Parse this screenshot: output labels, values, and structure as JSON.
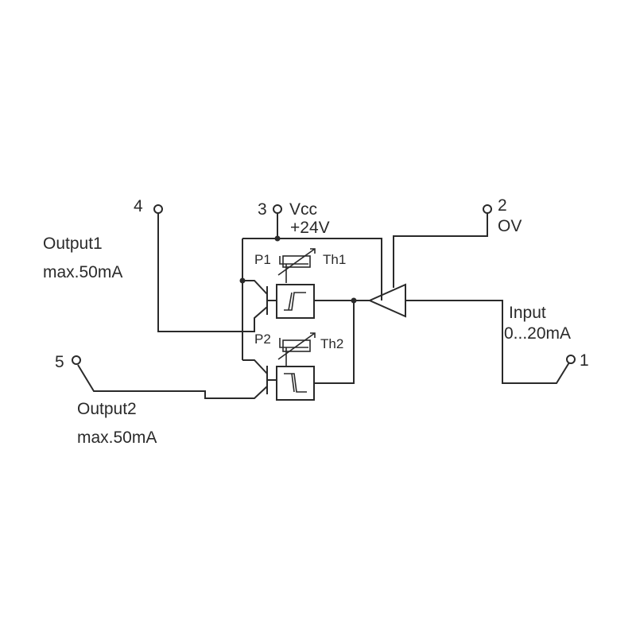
{
  "terminals": {
    "t1": "1",
    "t2": "2",
    "t3": "3",
    "t4": "4",
    "t5": "5"
  },
  "supply": {
    "vcc_label": "Vcc",
    "voltage": "+24V"
  },
  "ground_label": "OV",
  "output1": {
    "name": "Output1",
    "rating": "max.50mA"
  },
  "output2": {
    "name": "Output2",
    "rating": "max.50mA"
  },
  "input": {
    "name": "Input",
    "range": "0...20mA"
  },
  "components": {
    "p1": "P1",
    "th1": "Th1",
    "p2": "P2",
    "th2": "Th2"
  },
  "colors": {
    "line": "#2a2a2a",
    "background": "#ffffff"
  }
}
